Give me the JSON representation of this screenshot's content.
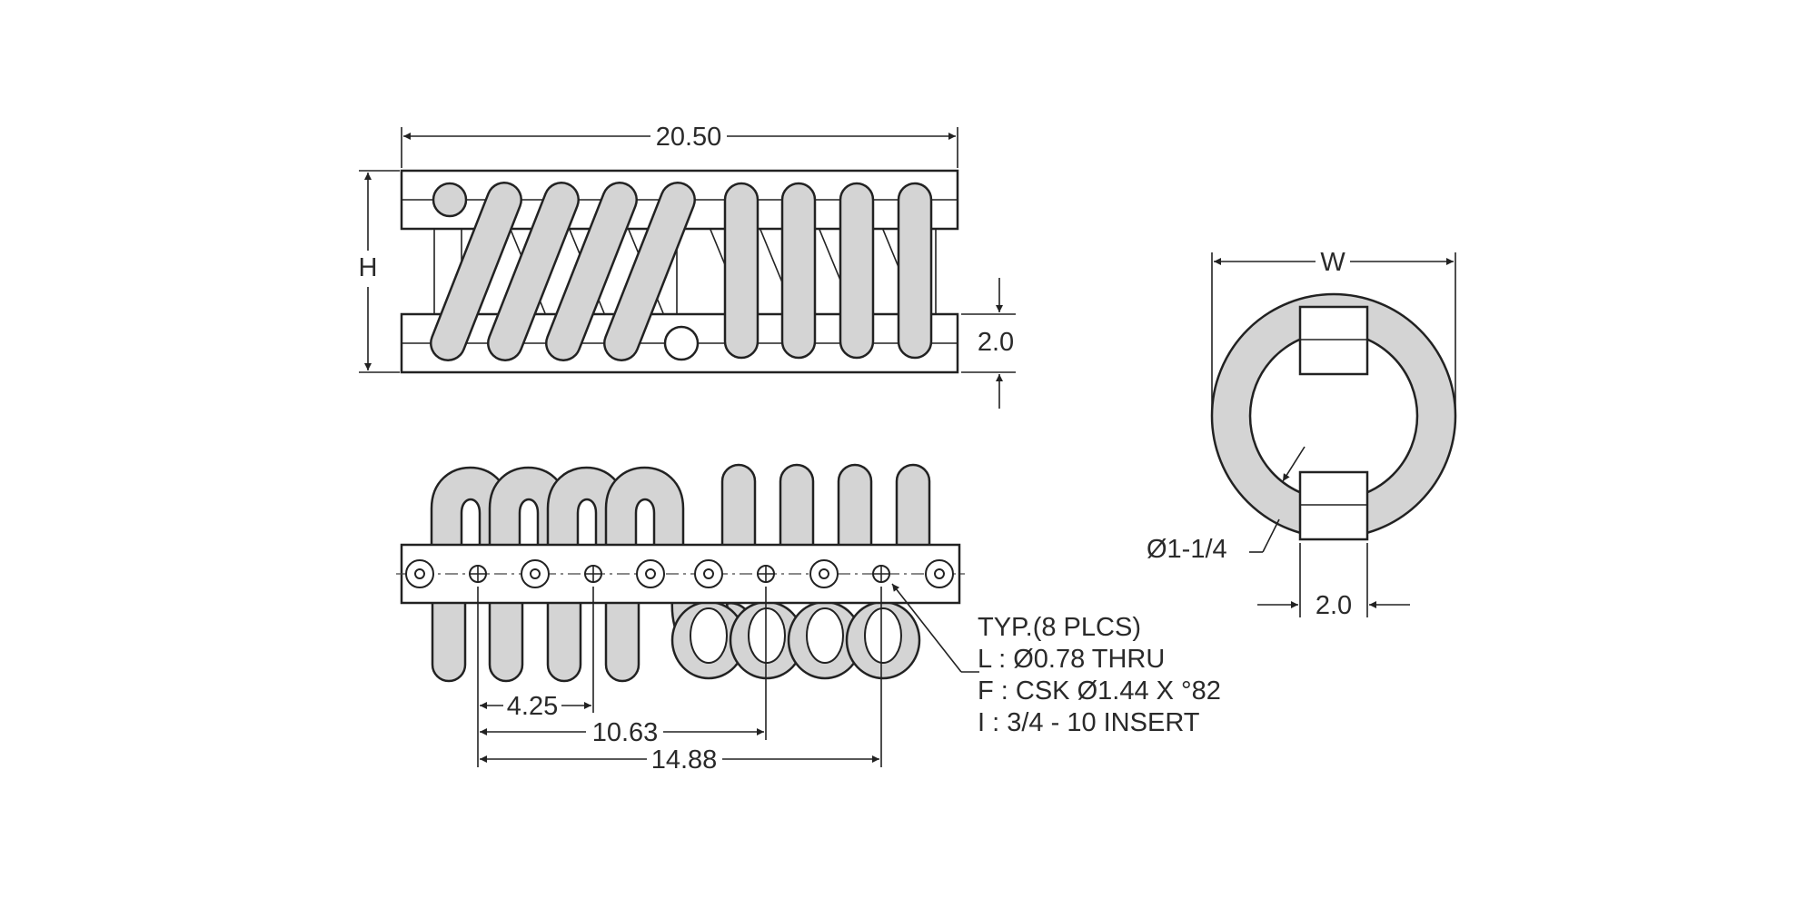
{
  "views": {
    "side": {
      "length_dim": "20.50",
      "height_dim": "H",
      "bar_thickness_dim": "2.0"
    },
    "top": {
      "pitch_dims": [
        "4.25",
        "10.63",
        "14.88"
      ]
    },
    "end": {
      "width_dim": "W",
      "cable_dia_dim": "Ø1-1/4",
      "bar_width_dim": "2.0"
    }
  },
  "hole_note": {
    "lines": [
      "TYP.(8 PLCS)",
      "L : Ø0.78 THRU",
      "F : CSK Ø1.44 X °82",
      "I : 3/4 - 10 INSERT"
    ]
  }
}
